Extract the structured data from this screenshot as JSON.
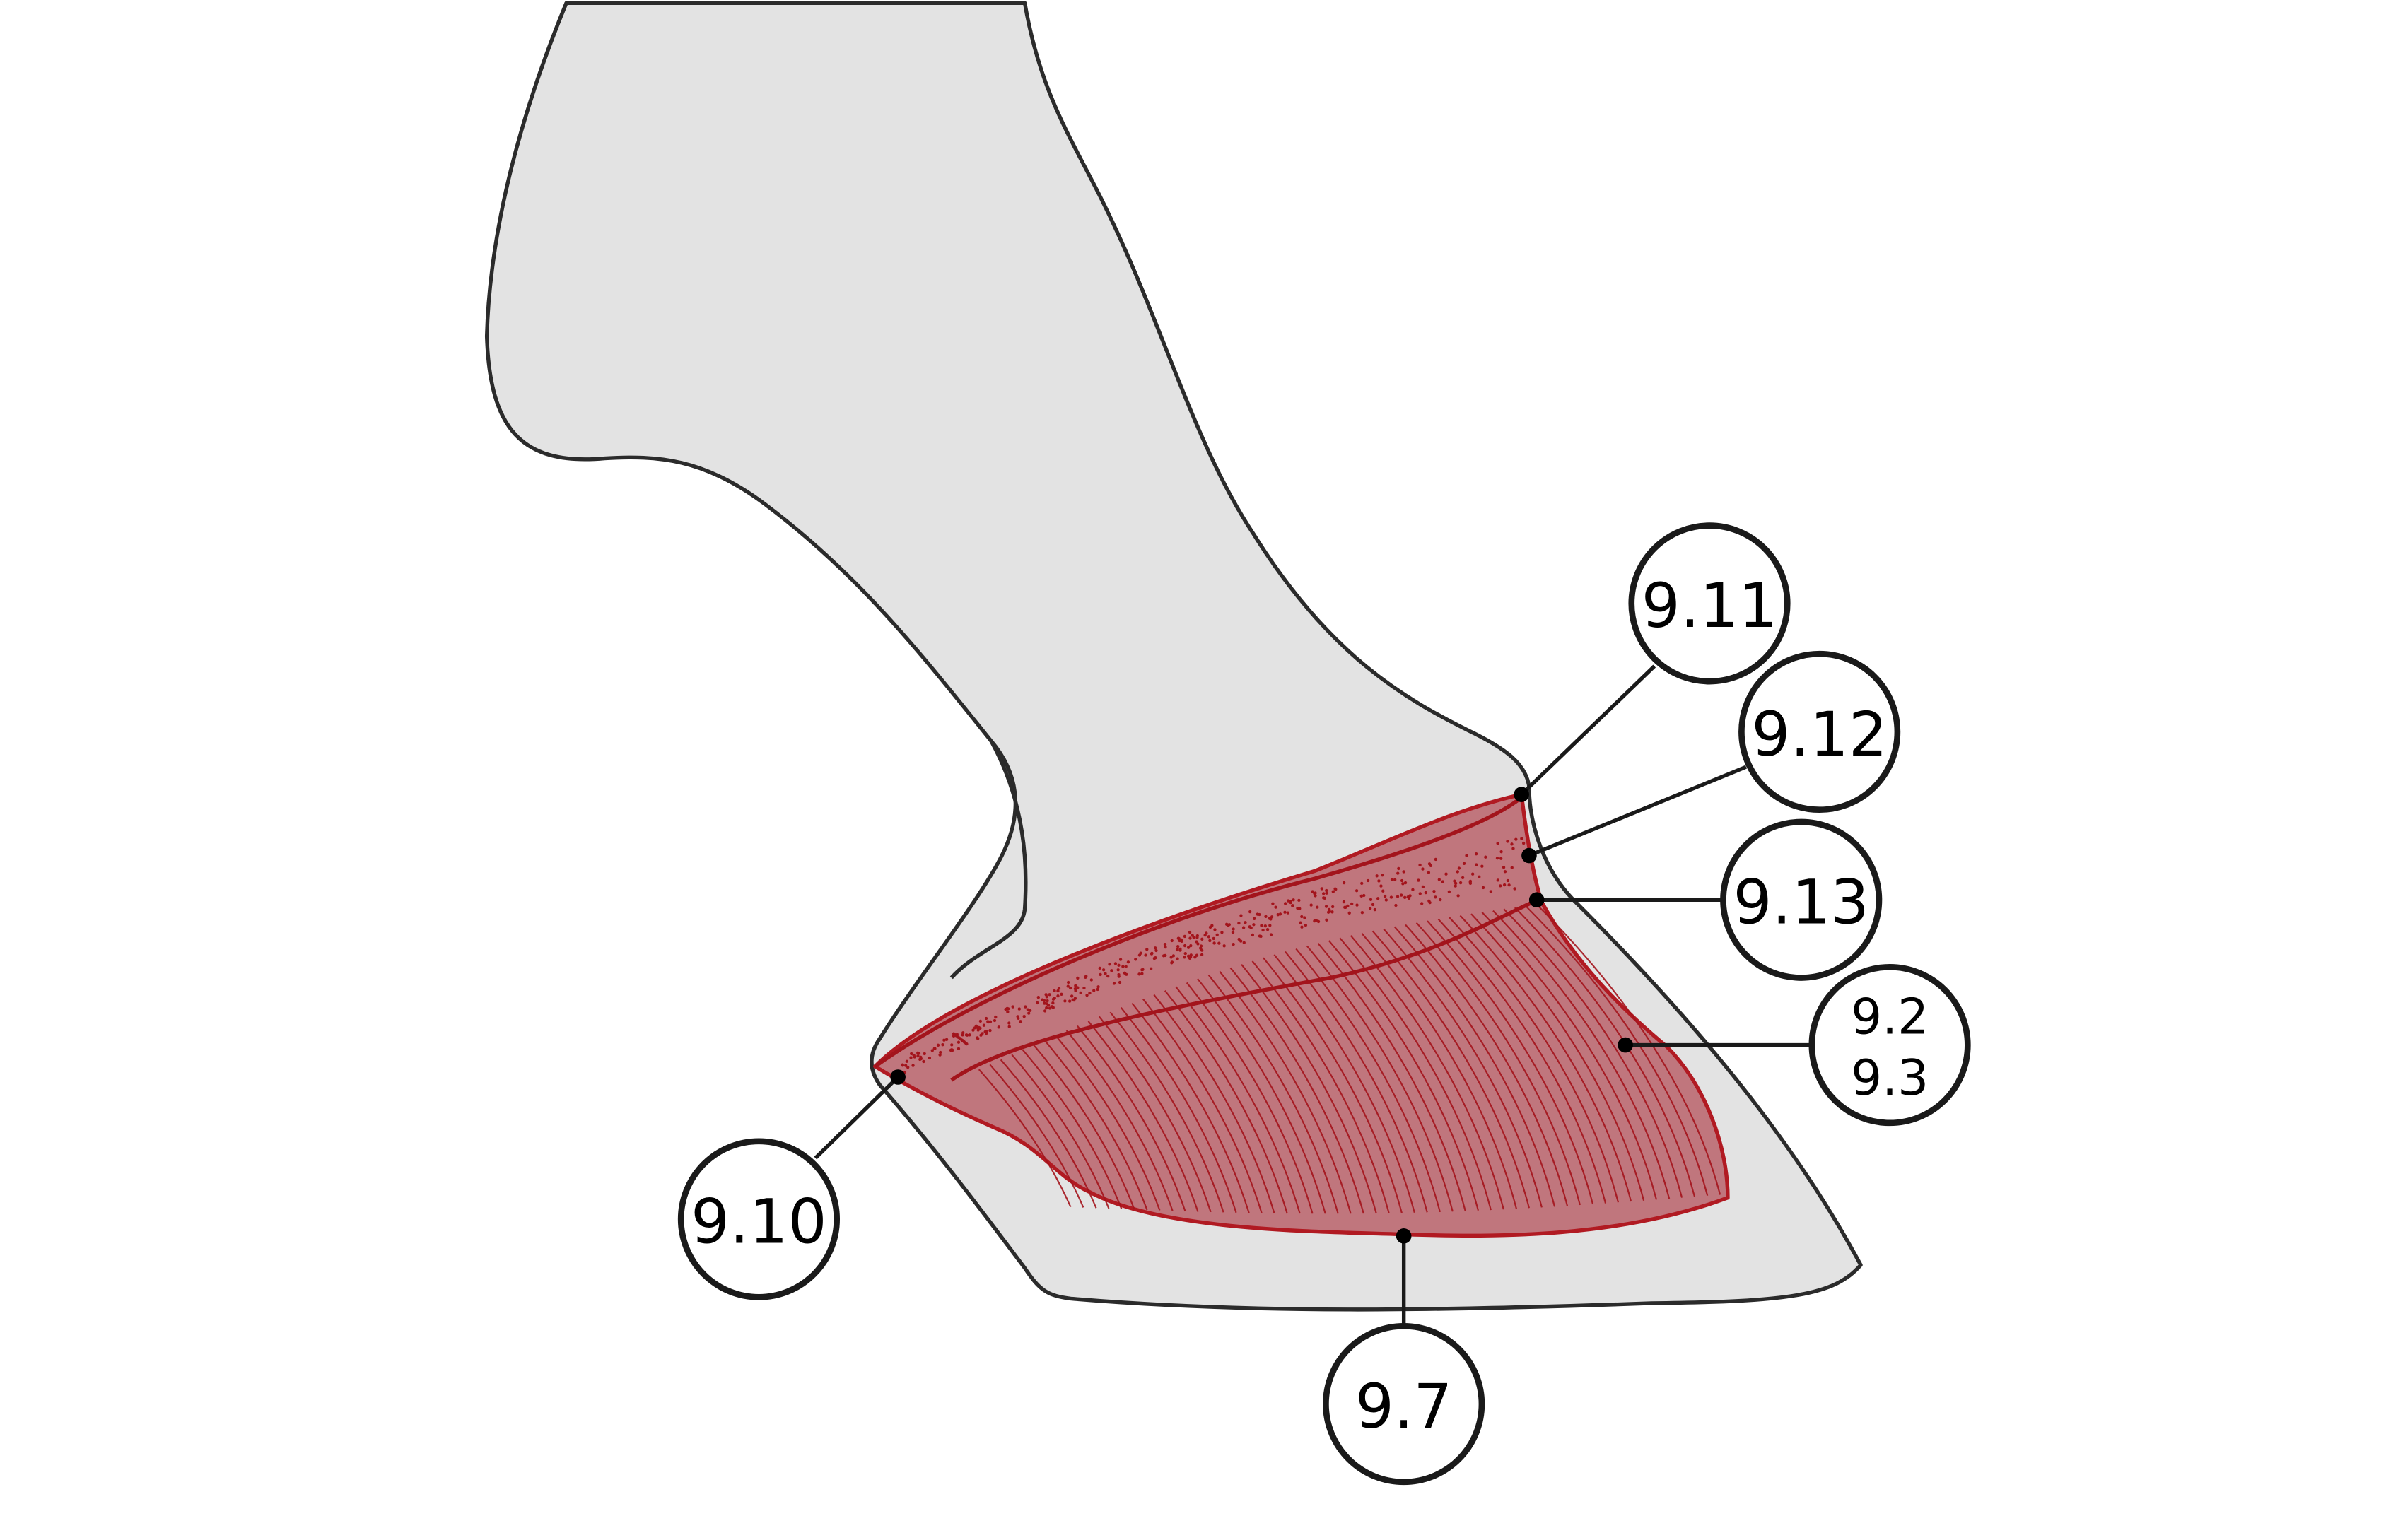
{
  "colors": {
    "leg_fill": "#e3e3e3",
    "leg_outline": "#2b2b2b",
    "tissue_fill": "#c0767d",
    "tissue_stroke": "#b11a22",
    "tissue_detail": "#a3141c"
  },
  "callouts": {
    "c911": {
      "label": "9.11"
    },
    "c912": {
      "label": "9.12"
    },
    "c913": {
      "label": "9.13"
    },
    "c92": {
      "line1": "9.2",
      "line2": "9.3"
    },
    "c910": {
      "label": "9.10"
    },
    "c97": {
      "label": "9.7"
    }
  }
}
